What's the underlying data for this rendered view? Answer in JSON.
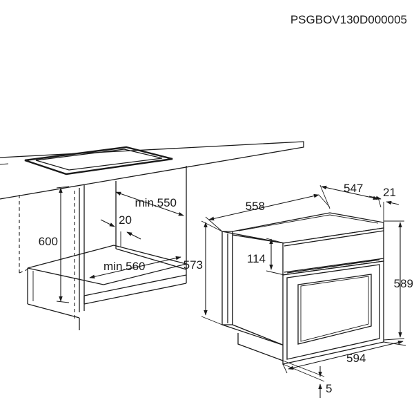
{
  "product_code": "PSGBOV130D000005",
  "dimensions": {
    "cabinet_height": "600",
    "min_depth": "min.550",
    "gap": "20",
    "min_width": "min.560",
    "oven_depth": "558",
    "body_depth": "547",
    "front_depth": "21",
    "body_height": "573",
    "panel_height": "114",
    "front_height": "589",
    "front_width": "594",
    "bottom_offset": "5"
  }
}
